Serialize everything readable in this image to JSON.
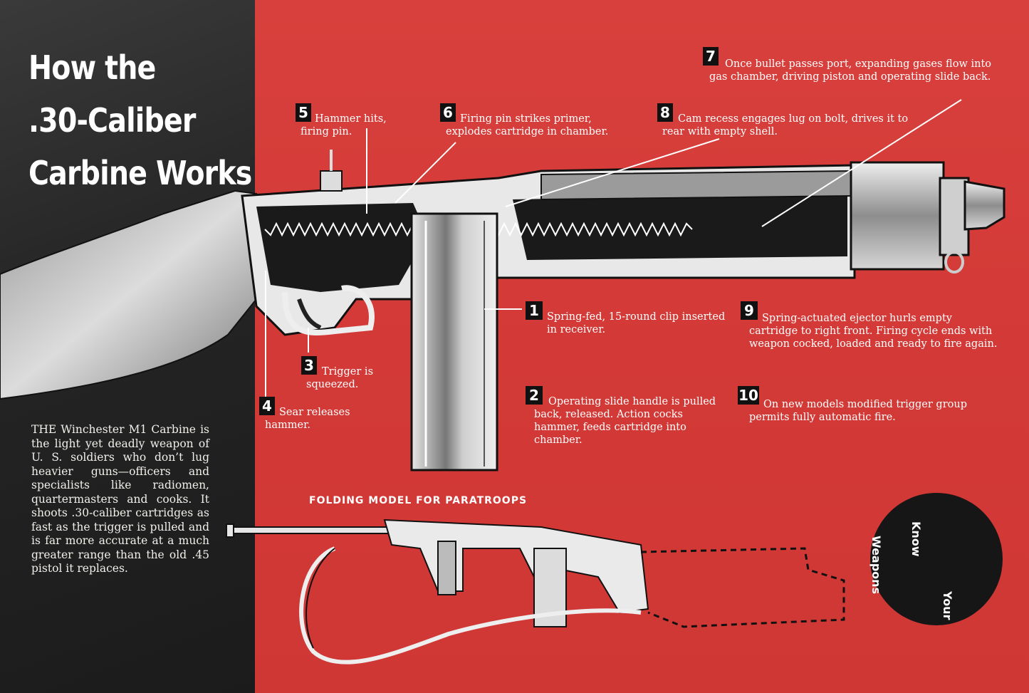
{
  "title": {
    "line1": "How the",
    "line2": ".30-Caliber",
    "line3": "Carbine Works"
  },
  "intro": "THE Winchester M1 Carbine is the light yet deadly weapon of U. S. soldiers who don’t lug heavier guns—officers and specialists like radiomen, quartermasters and cooks. It shoots .30-caliber cartridges as fast as the trigger is pulled and is far more accurate at a much greater range than the old .45 pistol it replaces.",
  "callouts": [
    {
      "num": "1",
      "text": "Spring-fed, 15-round clip inserted in receiver."
    },
    {
      "num": "2",
      "text": "Operating slide handle is pulled back, released. Action cocks hammer, feeds cartridge into chamber."
    },
    {
      "num": "3",
      "text": "Trigger is squeezed."
    },
    {
      "num": "4",
      "text": "Sear releases hammer."
    },
    {
      "num": "5",
      "text": "Hammer hits, firing pin."
    },
    {
      "num": "6",
      "text": "Firing pin strikes primer, explodes cartridge in chamber."
    },
    {
      "num": "7",
      "text": "Once bullet passes port, expanding gases flow into gas chamber, driving piston and operating slide back."
    },
    {
      "num": "8",
      "text": "Cam recess engages lug on bolt, drives it to rear with empty shell."
    },
    {
      "num": "9",
      "text": "Spring-actuated ejector hurls empty cartridge to right front. Firing cycle ends with weapon cocked, loaded and ready to fire again."
    },
    {
      "num": "10",
      "text": "On new models modified trigger group permits fully automatic fire."
    }
  ],
  "folding_title": "FOLDING MODEL FOR PARATROOPS",
  "badge": {
    "word1": "Know",
    "word2": "Your",
    "word3": "Weapons"
  },
  "colors": {
    "red": "#d33a37",
    "dark": "#1b1b1b",
    "white": "#ffffff"
  }
}
